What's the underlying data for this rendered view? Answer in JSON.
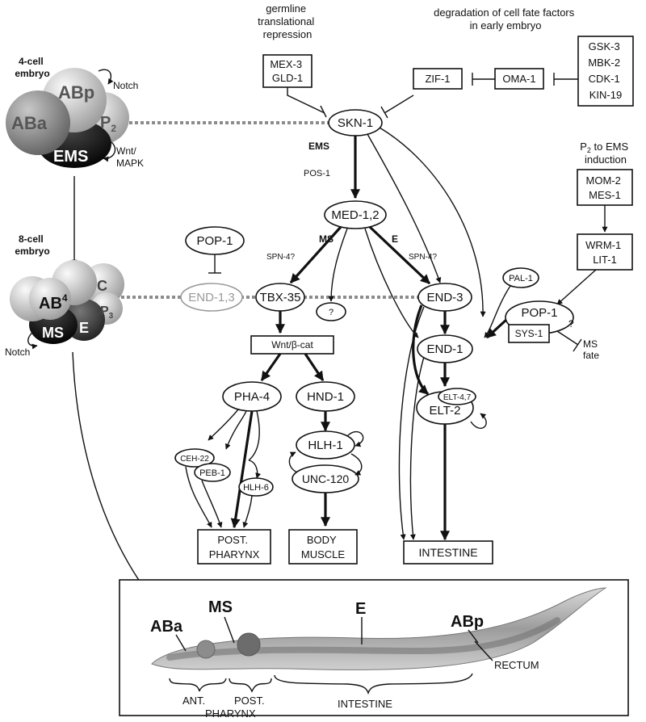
{
  "annotations": {
    "germline": [
      "germline",
      "translational",
      "repression"
    ],
    "degradation": [
      "degradation of cell fate factors",
      "in early embryo"
    ],
    "induction_p": "P",
    "induction_sub": "2",
    "induction_rest": " to EMS",
    "induction_2": "induction",
    "ems_label": "EMS",
    "ms_label": "MS",
    "e_label": "E",
    "pos1": "POS-1",
    "spn4a": "SPN-4?",
    "spn4b": "SPN-4?",
    "q1": "?",
    "q2": "?",
    "ms_fate": [
      "MS",
      "fate"
    ],
    "notch1": "Notch",
    "notch2": "Notch",
    "wnt_mapk": [
      "Wnt/",
      "MAPK"
    ]
  },
  "embryo4": {
    "title": [
      "4-cell",
      "embryo"
    ],
    "cells": {
      "aba": "ABa",
      "abp": "ABp",
      "p2": "P",
      "p2_sub": "2",
      "ems": "EMS"
    }
  },
  "embryo8": {
    "title": [
      "8-cell",
      "embryo"
    ],
    "cells": {
      "ab": "AB",
      "ab_sup": "4",
      "c": "C",
      "p3": "P",
      "p3_sub": "3",
      "ms": "MS",
      "e": "E"
    }
  },
  "boxes": {
    "mex3": [
      "MEX-3",
      "GLD-1"
    ],
    "zif1": "ZIF-1",
    "oma1": "OMA-1",
    "gsk3": [
      "GSK-3",
      "MBK-2",
      "CDK-1",
      "KIN-19"
    ],
    "mom2": [
      "MOM-2",
      "MES-1"
    ],
    "wrm1": [
      "WRM-1",
      "LIT-1"
    ],
    "wnt": "Wnt/β-cat",
    "sys1": "SYS-1",
    "post_pharynx": [
      "POST.",
      "PHARYNX"
    ],
    "body_muscle": [
      "BODY",
      "MUSCLE"
    ],
    "intestine": "INTESTINE"
  },
  "nodes": {
    "skn1": "SKN-1",
    "med12": "MED-1,2",
    "pop1a": "POP-1",
    "end13": "END-1,3",
    "tbx35": "TBX-35",
    "end3": "END-3",
    "pal1": "PAL-1",
    "pop1b": "POP-1",
    "end1": "END-1",
    "elt2": "ELT-2",
    "elt47": "ELT-4,7",
    "pha4": "PHA-4",
    "hnd1": "HND-1",
    "hlh1": "HLH-1",
    "unc120": "UNC-120",
    "ceh22": "CEH-22",
    "peb1": "PEB-1",
    "hlh6": "HLH-6"
  },
  "worm": {
    "aba": "ABa",
    "ms": "MS",
    "e": "E",
    "abp": "ABp",
    "rectum": "RECTUM",
    "ant": "ANT.",
    "pharynx": "PHARYNX",
    "post": "POST.",
    "intestine": "INTESTINE"
  }
}
